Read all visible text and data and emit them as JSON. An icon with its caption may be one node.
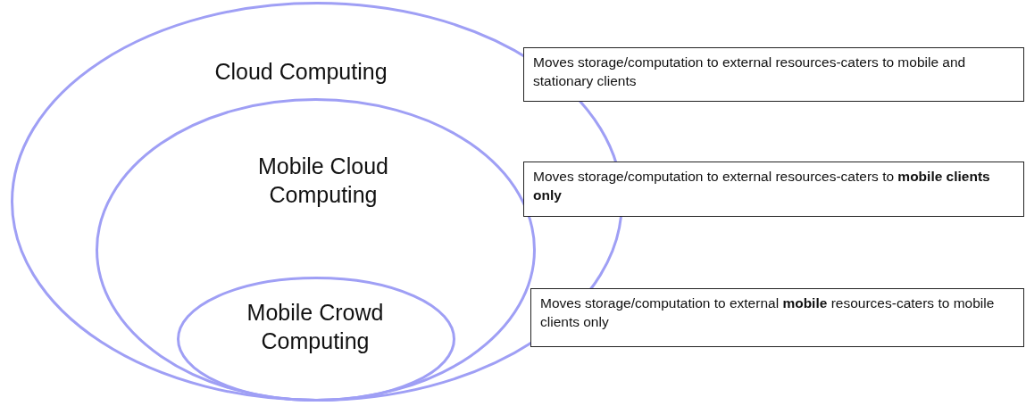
{
  "diagram": {
    "nodes": [
      {
        "text": [
          "Cloud Computing"
        ]
      },
      {
        "text": [
          "Mobile Cloud Computing"
        ],
        "in": 0
      },
      {
        "text": [
          "Mobile Crowd Computing"
        ],
        "in": 1
      },
      {
        "text": [
          "Moves storage/computation to external resources-caters to mobile and stationary clients"
        ]
      },
      {
        "text": [
          "Moves storage/computation to external resources-caters to **mobile clients only**"
        ]
      },
      {
        "text": [
          "Moves storage/computation to external **mobile** resources-caters to mobile clients only"
        ]
      }
    ],
    "edges": []
  }
}
